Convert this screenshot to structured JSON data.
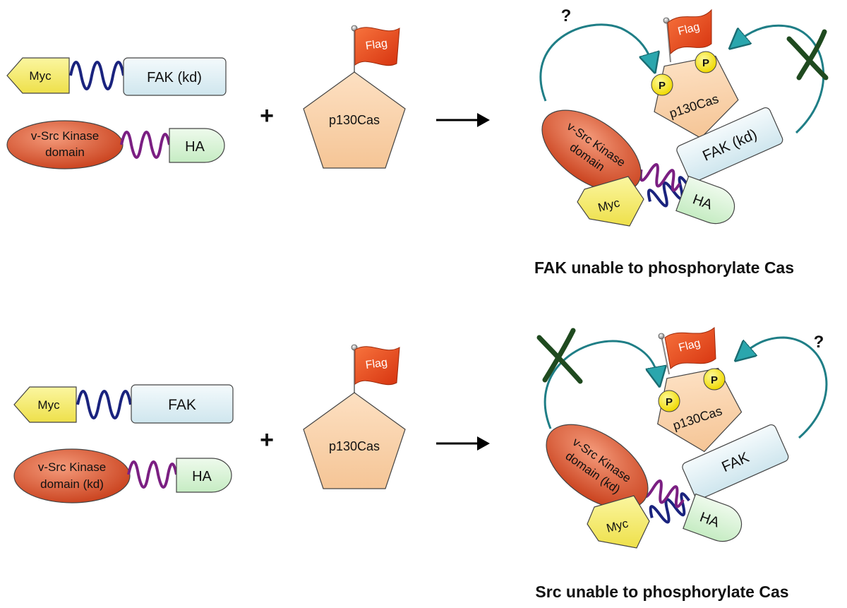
{
  "panel_top": {
    "left": {
      "tag1": "Myc",
      "protein1": "FAK (kd)",
      "kinase_line1": "v-Src Kinase",
      "kinase_line2": "domain",
      "tag2": "HA"
    },
    "plus": "+",
    "substrate": {
      "flag": "Flag",
      "name": "p130Cas"
    },
    "complex": {
      "flag": "Flag",
      "p1": "P",
      "p2": "P",
      "substrate": "p130Cas",
      "protein": "FAK (kd)",
      "kinase_line1": "v-Src Kinase",
      "kinase_line2": "domain",
      "tag1": "Myc",
      "tag2": "HA",
      "question": "?"
    },
    "caption": "FAK unable to phosphorylate Cas"
  },
  "panel_bottom": {
    "left": {
      "tag1": "Myc",
      "protein1": "FAK",
      "kinase_line1": "v-Src Kinase",
      "kinase_line2": "domain (kd)",
      "tag2": "HA"
    },
    "plus": "+",
    "substrate": {
      "flag": "Flag",
      "name": "p130Cas"
    },
    "complex": {
      "flag": "Flag",
      "p1": "P",
      "p2": "P",
      "substrate": "p130Cas",
      "protein": "FAK",
      "kinase_line1": "v-Src Kinase",
      "kinase_line2": "domain (kd)",
      "tag1": "Myc",
      "tag2": "HA",
      "question": "?"
    },
    "caption": "Src unable to phosphorylate Cas"
  },
  "colors": {
    "myc": "#f7f06a",
    "fak": "#dceef4",
    "kinase": "#d9532c",
    "ha": "#d8f2d6",
    "p130": "#f9d0a8",
    "flag": "#e8461e",
    "phospho": "#f6e80c",
    "linker_blue": "#1a237e",
    "linker_purple": "#7b1f82",
    "arrow_teal": "#1f7e86",
    "inhibit": "#1f4a1f"
  }
}
